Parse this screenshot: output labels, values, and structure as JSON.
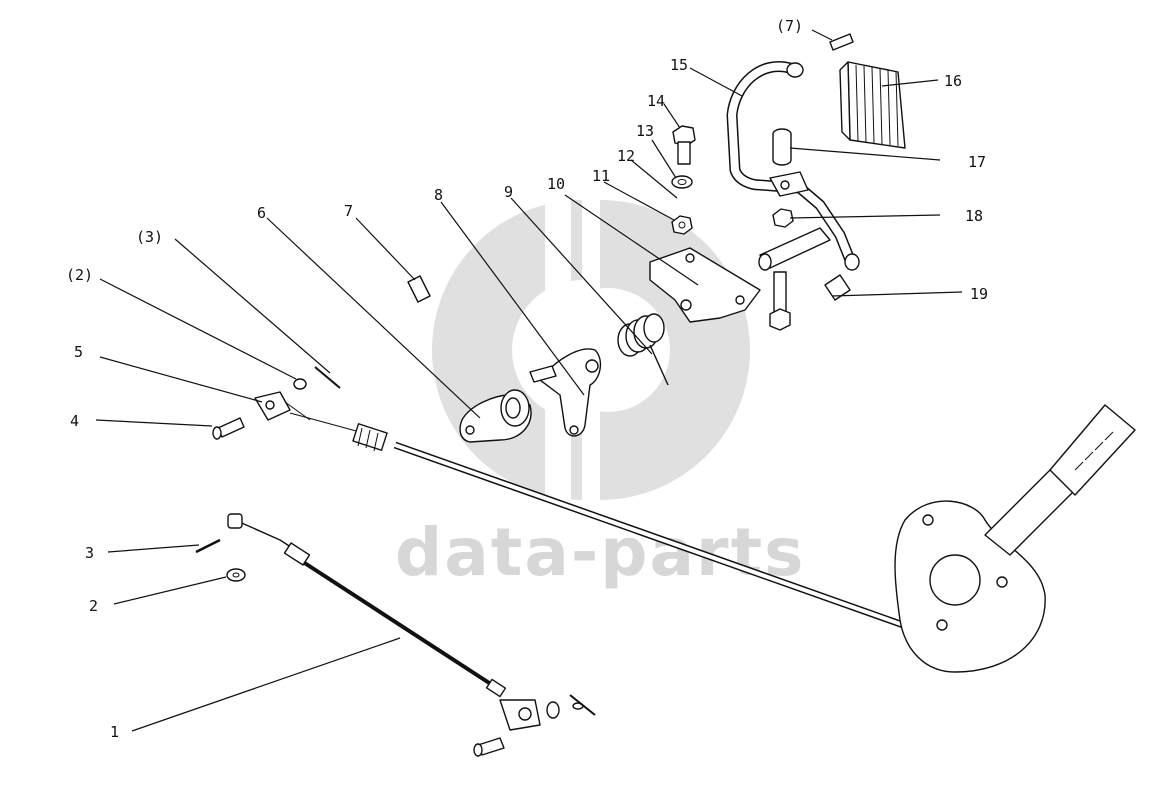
{
  "watermark": {
    "text": "data-parts",
    "color": "#d7d7d7"
  },
  "callouts": [
    "(7)",
    "15",
    "16",
    "14",
    "13",
    "17",
    "12",
    "11",
    "10",
    "18",
    "9",
    "8",
    "7",
    "6",
    "(3)",
    "(2)",
    "19",
    "5",
    "4",
    "3",
    "2",
    "1"
  ]
}
